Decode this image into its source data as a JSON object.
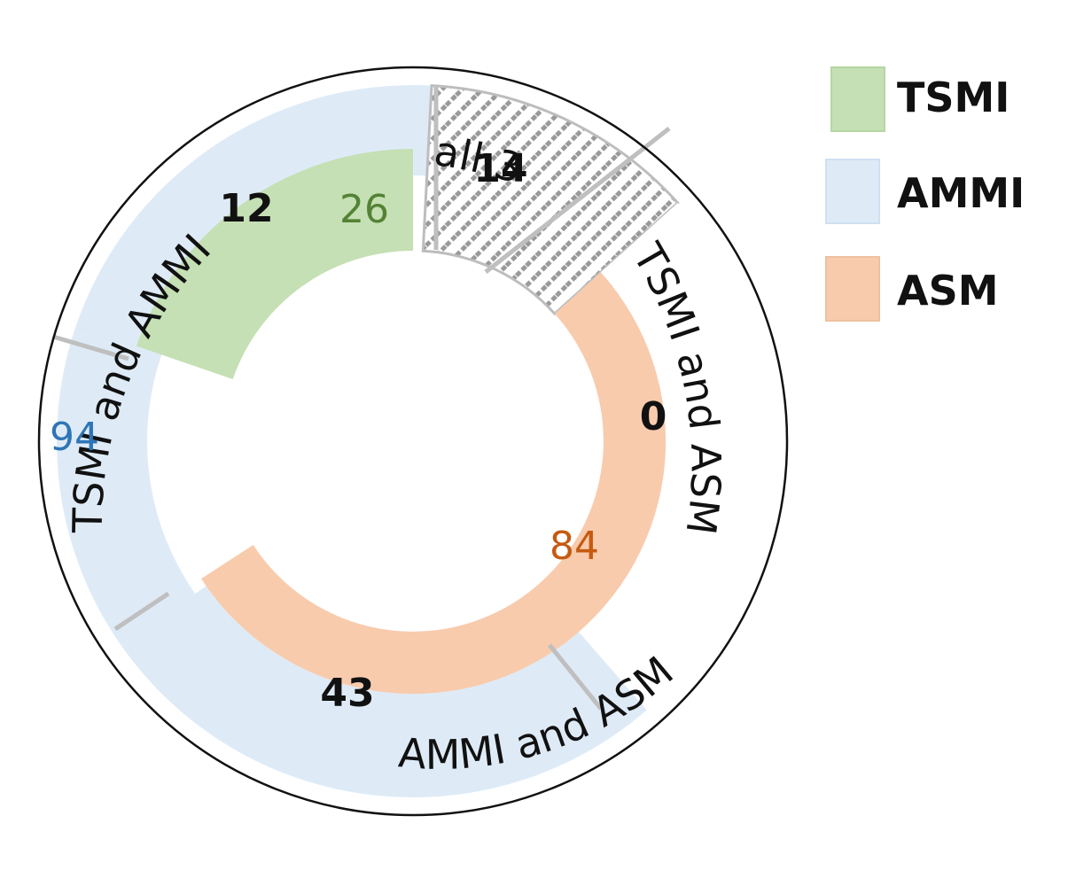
{
  "chart_data": {
    "type": "pie",
    "colors": {
      "TSMI": "#c5e0b4",
      "AMMI": "#deebf7",
      "ASM": "#f8cbad",
      "all_3": "hatched"
    },
    "legend": {
      "placement": "right",
      "entries": [
        "TSMI",
        "AMMI",
        "ASM"
      ]
    },
    "inner_ring": {
      "slices": [
        {
          "name": "TSMI",
          "value": 26,
          "label": "26",
          "label_color": "#548235"
        },
        {
          "name": "ASM",
          "value": 84,
          "label": "84",
          "label_color": "#c55a11"
        }
      ]
    },
    "outer_ring": {
      "slices": [
        {
          "name": "all 3",
          "value": 14,
          "label": "14"
        },
        {
          "name": "TSMI and ASM",
          "value": 0,
          "label": "0"
        },
        {
          "name": "AMMI and ASM",
          "value": 43,
          "label": "43"
        },
        {
          "name": "AMMI",
          "value": 94,
          "label": "94",
          "label_color": "#2e75b6"
        },
        {
          "name": "TSMI and AMMI",
          "value": 12,
          "label": "12"
        }
      ]
    },
    "arc_labels": {
      "all_3": "all 3",
      "tsmi_asm": "TSMI and ASM",
      "ammi_asm": "AMMI and ASM",
      "tsmi_ammi": "TSMI and AMMI"
    }
  }
}
